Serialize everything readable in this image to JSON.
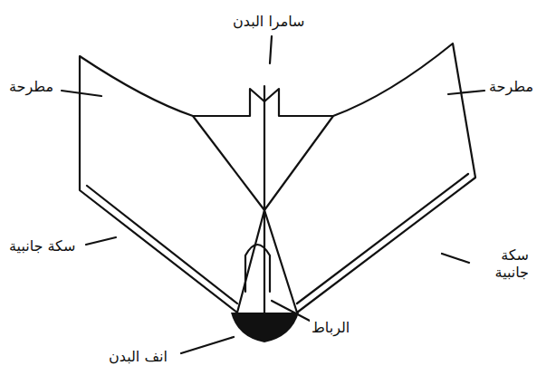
{
  "diagram": {
    "labels": [
      "سامرا البدن",
      "مطرحة",
      "مطرحة",
      "سكة جانبية",
      "سكة جانبية",
      "الرباط",
      "انف البدن"
    ]
  }
}
